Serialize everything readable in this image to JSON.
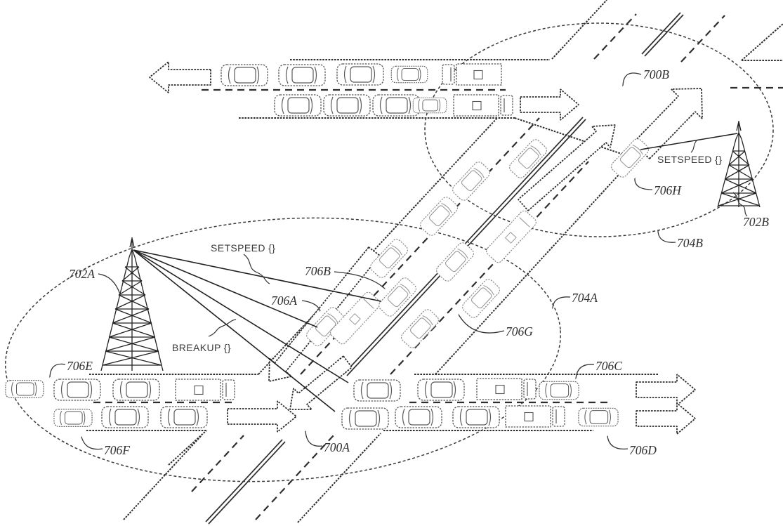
{
  "labels": {
    "l700A": "700A",
    "l700B": "700B",
    "l702A": "702A",
    "l702B": "702B",
    "l704A": "704A",
    "l704B": "704B",
    "l706A": "706A",
    "l706B": "706B",
    "l706C": "706C",
    "l706D": "706D",
    "l706E": "706E",
    "l706F": "706F",
    "l706G": "706G",
    "l706H": "706H"
  },
  "annotations": {
    "setspeed_left": "SETSPEED {}",
    "setspeed_right": "SETSPEED {}",
    "breakup": "BREAKUP {}"
  },
  "colors": {
    "ink": "#2e2e2e",
    "background": "#ffffff"
  }
}
